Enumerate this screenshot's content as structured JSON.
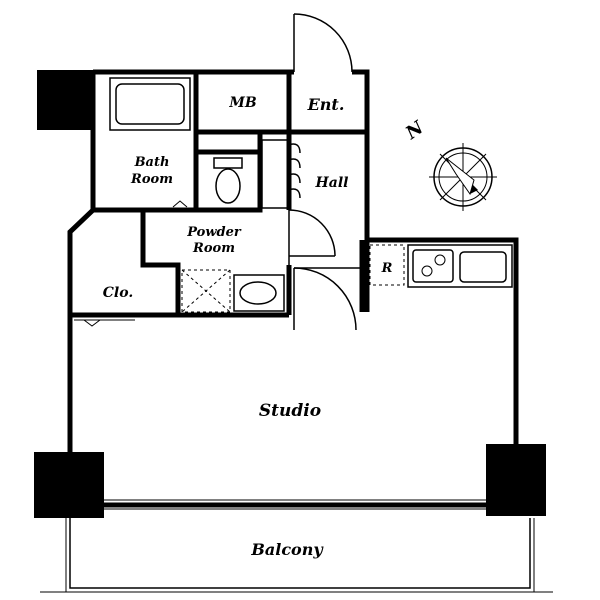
{
  "rooms": {
    "mb": "MB",
    "ent": "Ent.",
    "bath_line1": "Bath",
    "bath_line2": "Room",
    "hall": "Hall",
    "powder_line1": "Powder",
    "powder_line2": "Room",
    "clo": "Clo.",
    "refrigerator": "R",
    "studio": "Studio",
    "balcony": "Balcony"
  },
  "compass": {
    "north_label": "N",
    "icon": "compass-north-arrow-icon"
  },
  "colors": {
    "wall": "#000000",
    "background": "#ffffff"
  }
}
